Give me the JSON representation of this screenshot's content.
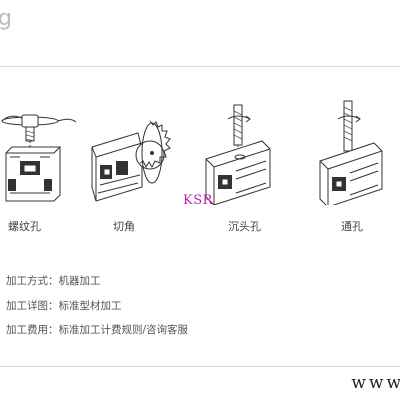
{
  "header": {
    "partial_title": "g"
  },
  "processes": [
    {
      "label": "螺纹孔",
      "icon": "tapping-tool-icon"
    },
    {
      "label": "切角",
      "icon": "saw-blade-icon"
    },
    {
      "label": "沉头孔",
      "icon": "countersink-drill-icon"
    },
    {
      "label": "通孔",
      "icon": "drill-bit-icon"
    }
  ],
  "brand": "KSR",
  "info": {
    "method": "加工方式：机器加工",
    "detail": "加工详图：标准型材加工",
    "cost": "加工费用：标准加工计费规则/咨询客服"
  },
  "watermark": "www"
}
